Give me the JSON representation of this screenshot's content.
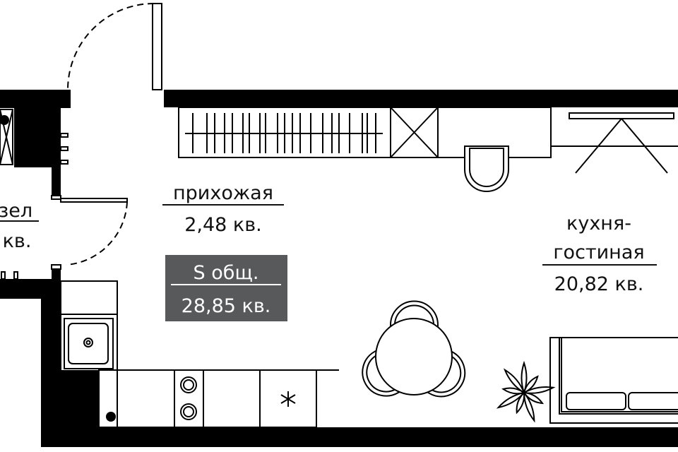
{
  "rooms": {
    "hallway": {
      "name": "прихожая",
      "area": "2,48 кв."
    },
    "bathroom": {
      "name": "зел",
      "area": "кв."
    },
    "kitchen_living": {
      "name_line1": "кухня-",
      "name_line2": "гостиная",
      "area": "20,82 кв."
    }
  },
  "total": {
    "label": "S общ.",
    "area": "28,85 кв.",
    "bg_color": "#58595b"
  }
}
